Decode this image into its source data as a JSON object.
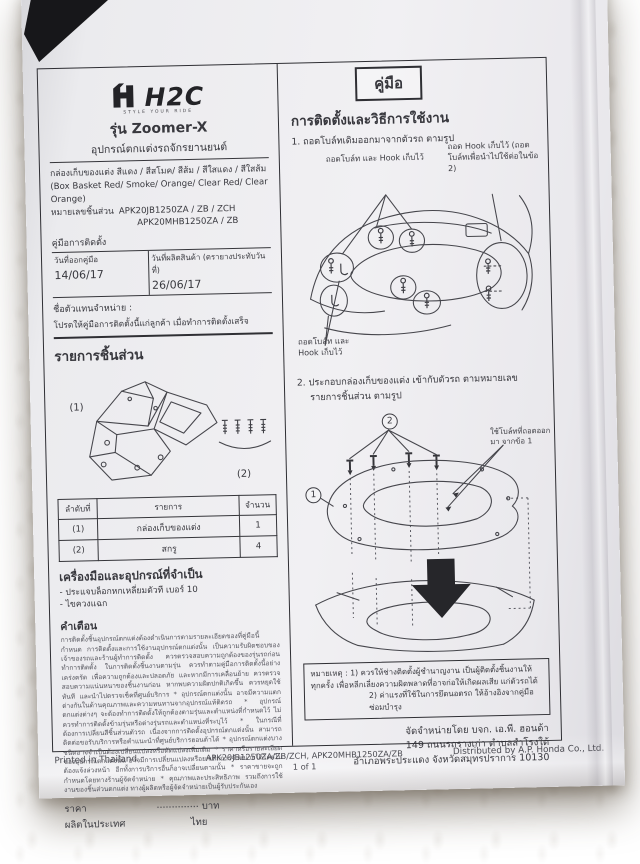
{
  "brand": {
    "logo_text": "H2C",
    "tagline": "STYLE YOUR RIDE"
  },
  "header": {
    "model_label": "รุ่น  Zoomer-X",
    "subtitle": "อุปกรณ์ตกแต่งรถจักรยานยนต์",
    "manual_badge": "คู่มือ"
  },
  "left": {
    "product_name_th": "กล่องเก็บของแต่ง สีแดง / สีสโมค/ สีส้ม / สีใสแดง / สีใสส้ม",
    "product_name_en": "(Box Basket Red/ Smoke/ Orange/ Clear Red/ Clear Orange)",
    "part_no_label": "หมายเลขชิ้นส่วน",
    "part_no_line1": "APK20JB1250ZA / ZB / ZCH",
    "part_no_line2": "APK20MHB1250ZA / ZB",
    "install_manual_label": "คู่มือการติดตั้ง",
    "date_table": {
      "issue_label": "วันที่ออกคู่มือ",
      "issue_date": "14/06/17",
      "mfg_label": "วันที่ผลิตสินค้า (ตรายางประทับวันที่)",
      "mfg_date": "26/06/17"
    },
    "dealer_label": "ชื่อตัวแทนจำหน่าย :",
    "dealer_note": "โปรดให้คู่มือการติดตั้งนี้แก่ลูกค้า เมื่อทำการติดตั้งเสร็จ",
    "parts_section_title": "รายการชิ้นส่วน",
    "figure_labels": {
      "part1": "(1)",
      "part2": "(2)"
    },
    "parts_table": {
      "headers": [
        "ลำดับที่",
        "รายการ",
        "จำนวน"
      ],
      "rows": [
        [
          "(1)",
          "กล่องเก็บของแต่ง",
          "1"
        ],
        [
          "(2)",
          "สกรู",
          "4"
        ]
      ]
    },
    "tools_title": "เครื่องมือและอุปกรณ์ที่จำเป็น",
    "tools": [
      "- ประแจบล็อกหกเหลี่ยมตัวที เบอร์ 10",
      "- ไขควงแฉก"
    ],
    "warning_title": "คำเตือน",
    "warning_body": "การติดตั้งชิ้นอุปกรณ์ตกแต่งต้องดำเนินการตามรายละเอียดของที่คู่มือนี้กำหนด การติดตั้งและการใช้งานอุปกรณ์ตกแต่งนั้น เป็นความรับผิดชอบของเจ้าของรถและร้านผู้ทำการติดตั้ง ควรตรวจสอบความถูกต้องของรุ่นรถก่อนทำการติดตั้ง ในการติดตั้งชิ้นงานตามรุ่น ควรทำตามคู่มือการติดตั้งนี้อย่างเคร่งครัด เพื่อความถูกต้องและปลอดภัย และหากมีการเคลื่อนย้าย ควรตรวจสอบความแน่นหนาของชิ้นงานก่อน หากพบความผิดปกติเกิดขึ้น ควรหยุดใช้ทันที และนำไปตรวจเช็คที่ศูนย์บริการ * อุปกรณ์ตกแต่งนั้น อาจมีความแตกต่างกันในด้านคุณภาพและความทนทานจากอุปกรณ์แท้ติดรถ * อุปกรณ์ตกแต่งต่างๆ จะต้องทำการติดตั้งให้ถูกต้องตามรุ่นและตำแหน่งที่กำหนดไว้ ไม่ควรทำการติดตั้งข้ามรุ่นหรือต่างรุ่นรถและตำแหน่งที่ระบุไว้ * ในกรณีที่ต้องการเปลี่ยนสีชิ้นส่วนตัวรถ เนื่องจากการติดตั้งอุปกรณ์ตกแต่งนั้น สามารถติดต่อขอรับบริการหรือคำแนะนำที่ศูนย์บริการฮอนด้าได้ * อุปกรณ์ตกแต่งบางชนิดอาจจำเป็นต้องเปลี่ยนแปลงหรือดัดแปลงเพิ่มเติม * ราคาหรือรายละเอียดของอุปกรณ์ตกแต่งนั้น อาจมีการเปลี่ยนแปลงหรือยกเลิกการจำหน่ายได้โดยไม่ต้องแจ้งล่วงหน้า อีกทั้งการบริการอื่นก็อาจเปลี่ยนตามนั้น * ราคาขายจะถูกกำหนดโดยทางร้านผู้จัดจำหน่าย * คุณภาพและประสิทธิภาพ รวมถึงการใช้งานของชิ้นส่วนตกแต่ง ทางผู้ผลิตหรือผู้จัดจำหน่ายเป็นผู้รับประกันเอง",
    "price_label": "ราคา",
    "price_dots": "..............",
    "price_unit": "บาท",
    "made_in_label": "ผลิตในประเทศ",
    "made_in_value": "ไทย"
  },
  "right": {
    "section_title": "การติดตั้งและวิธีการใช้งาน",
    "step1_text": "1. ถอดโบล์ทเดิมออกมาจากตัวรถ ตามรูป",
    "fig1_labels": {
      "top_left": "ถอดโบล์ท และ Hook เก็บไว้",
      "top_right": "ถอด Hook เก็บไว้ (ถอดโบล์ทเพื่อนำไปใช้ต่อในข้อ 2)",
      "bottom_left": "ถอดโบล์ท และ Hook เก็บไว้"
    },
    "step2_line1": "2. ประกอบกล่องเก็บของแต่ง เข้ากับตัวรถ ตามหมายเลข",
    "step2_line2": "รายการชิ้นส่วน ตามรูป",
    "fig2_labels": {
      "num1": "1",
      "num2": "2",
      "bolt_note": "ใช้โบล์ทที่ถอดออกมา จากข้อ 1"
    },
    "note_lines": [
      "หมายเหตุ : 1) ควรให้ช่างติดตั้งผู้ชำนาญงาน เป็นผู้ติดตั้งชิ้นงานให้",
      "ทุกครั้ง เพื่อหลีกเลี่ยงความผิดพลาดที่อาจก่อให้เกิดผลเสีย แก่ตัวรถได้",
      "2) ค่าแรงที่ใช้ในการยึดนอตรถ ให้อ้างอิงจากคู่มือซ่อมบำรุง"
    ],
    "distributor_lines": [
      "จัดจำหน่ายโดย บจก. เอ.พี. ฮอนด้า",
      "149 ถนนรถรางเก่า ตำบลสำโรงใต้",
      "อำเภอพระประแดง จังหวัดสมุทรปราการ 10130"
    ]
  },
  "footer": {
    "printed": "Printed in Thailand",
    "codes": "APK20JB1250ZA/ZB/ZCH, APK20MHB1250ZA/ZB",
    "page": "1 of 1",
    "distributed": "Distributed by A.P. Honda Co., Ltd."
  }
}
